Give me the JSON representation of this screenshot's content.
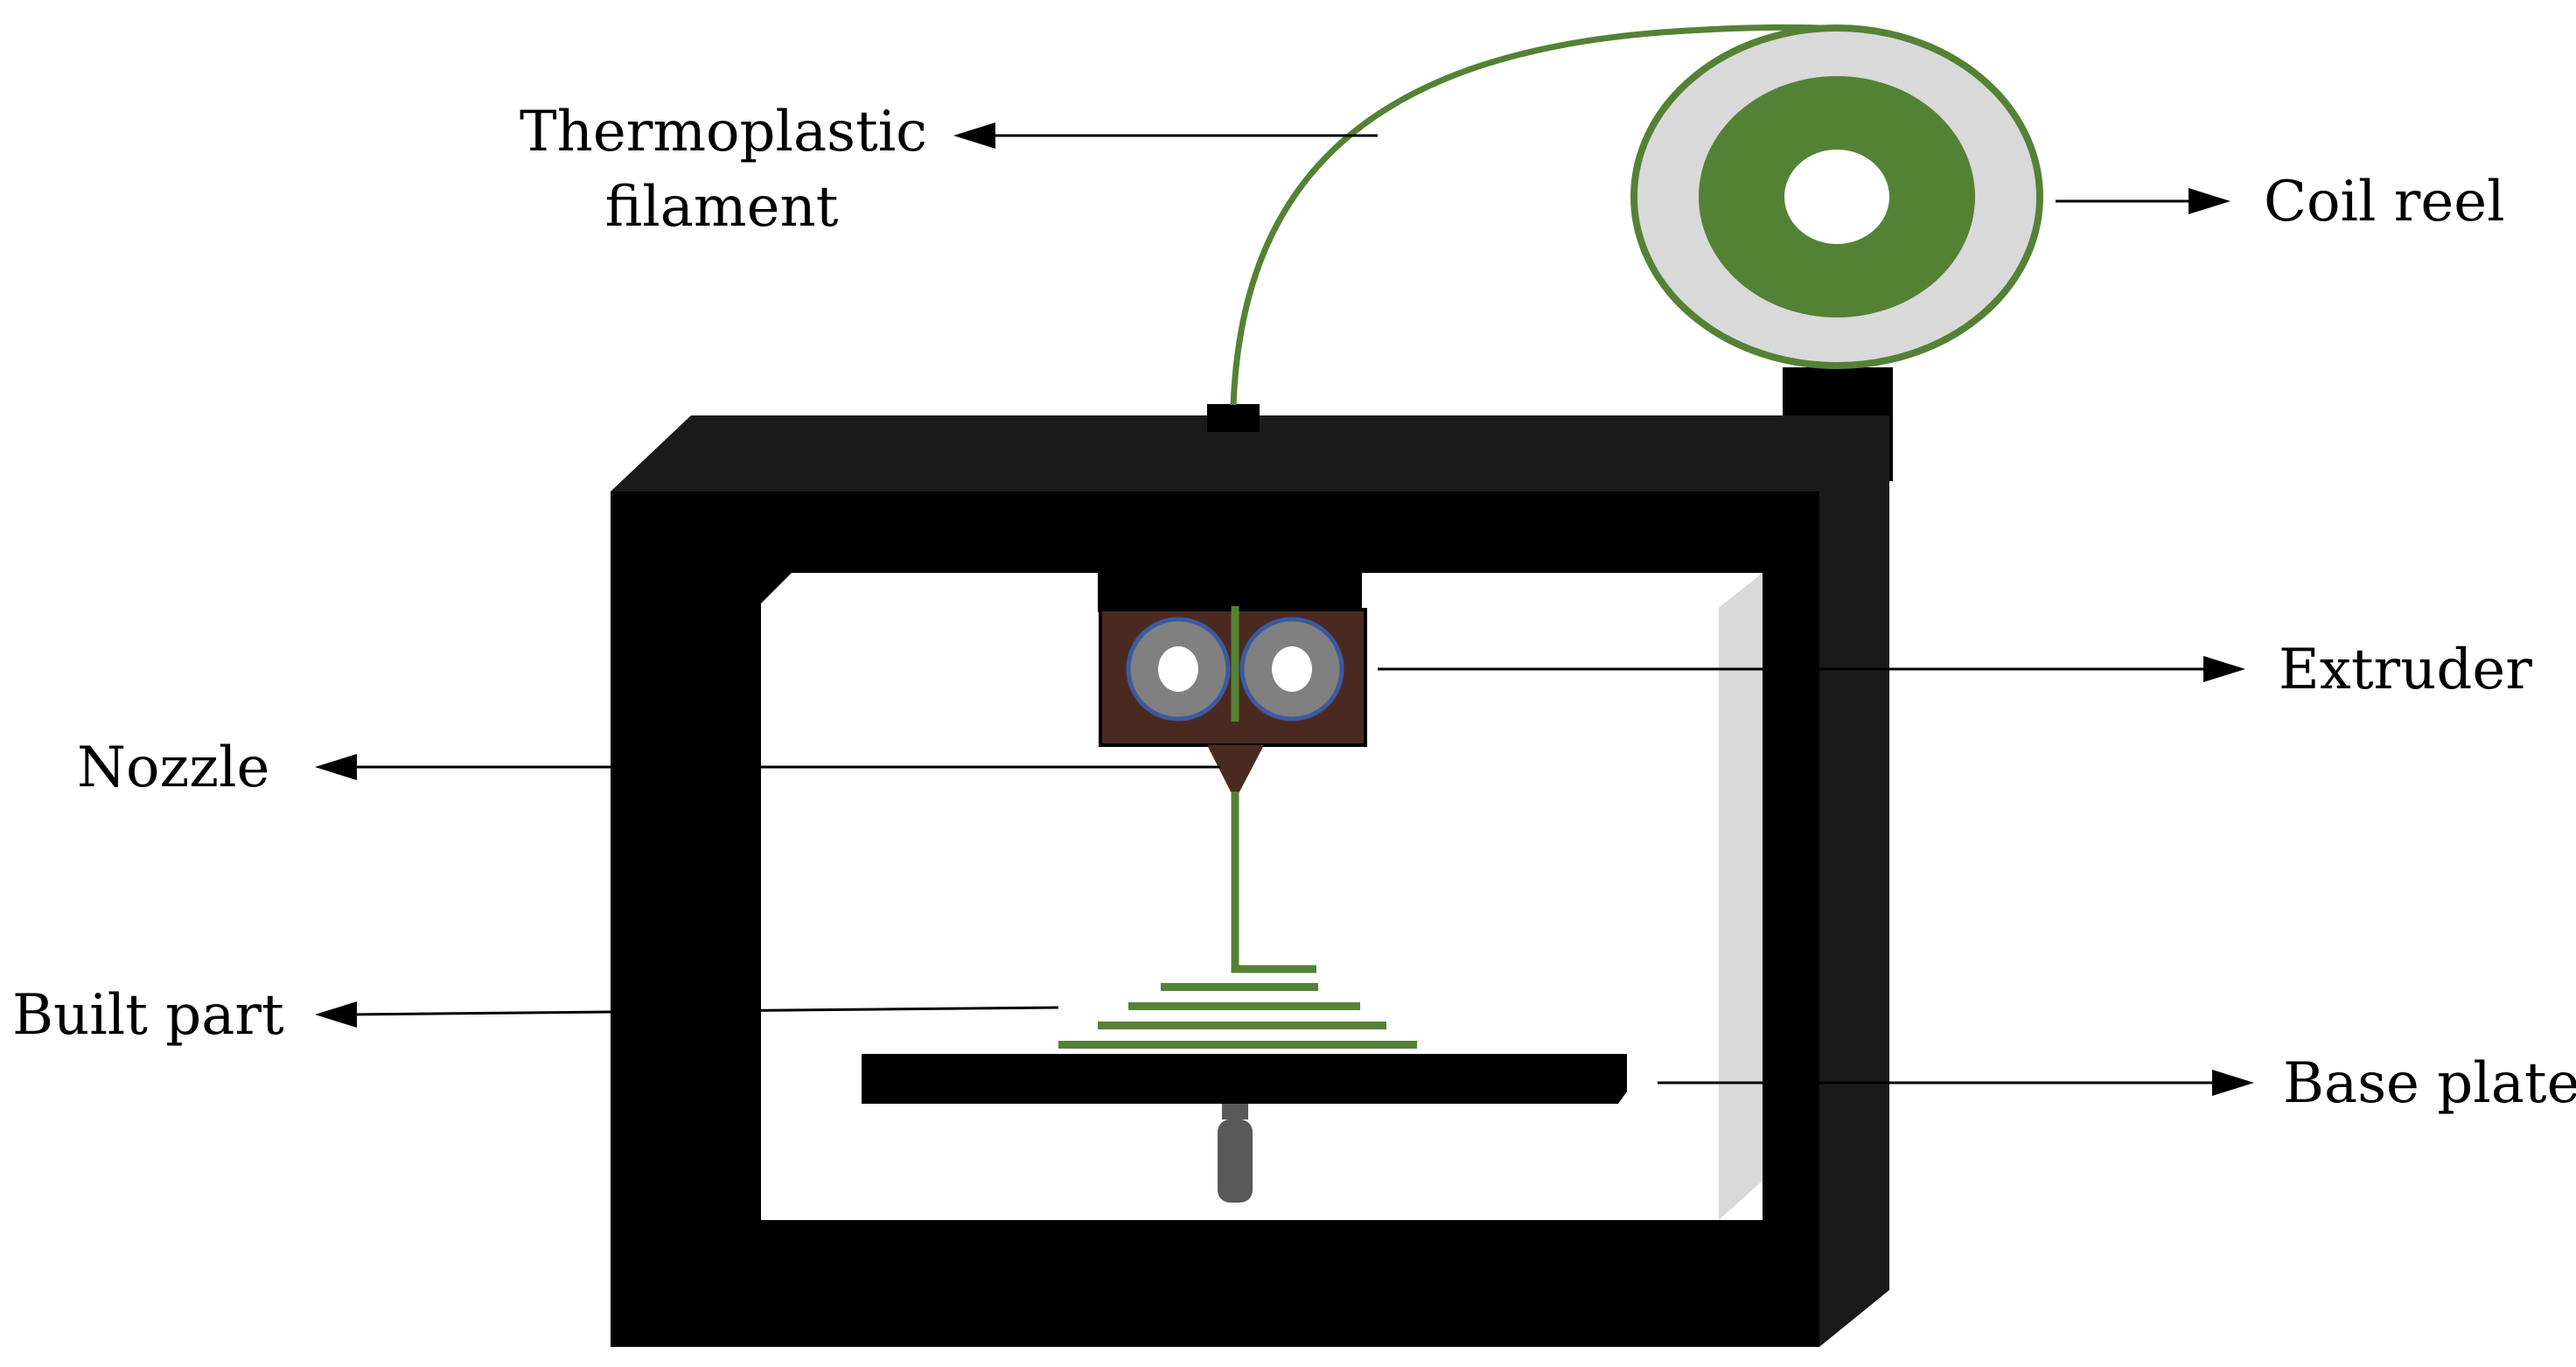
{
  "labels": {
    "thermoplastic_line1": "Thermoplastic",
    "thermoplastic_line2": "filament",
    "coil_reel": "Coil reel",
    "extruder": "Extruder",
    "nozzle": "Nozzle",
    "built_part": "Built part",
    "base_plate": "Base plate"
  },
  "colors": {
    "frame": "#000000",
    "filament": "#548235",
    "reel_outer": "#d9d9d9",
    "reel_inner": "#548235",
    "extruder_body": "#4a2a20",
    "roller": "#808080",
    "roller_rim": "#3b5aa0",
    "chamber": "#ffffff",
    "side_panel": "#d9d9d9",
    "support_rod": "#595959"
  }
}
